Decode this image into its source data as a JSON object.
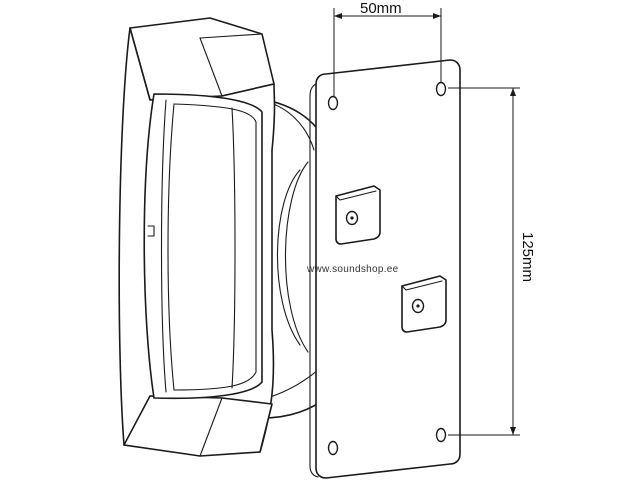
{
  "dimensions": {
    "width_label": "50mm",
    "height_label": "125mm"
  },
  "watermark": "www.soundshop.ee"
}
